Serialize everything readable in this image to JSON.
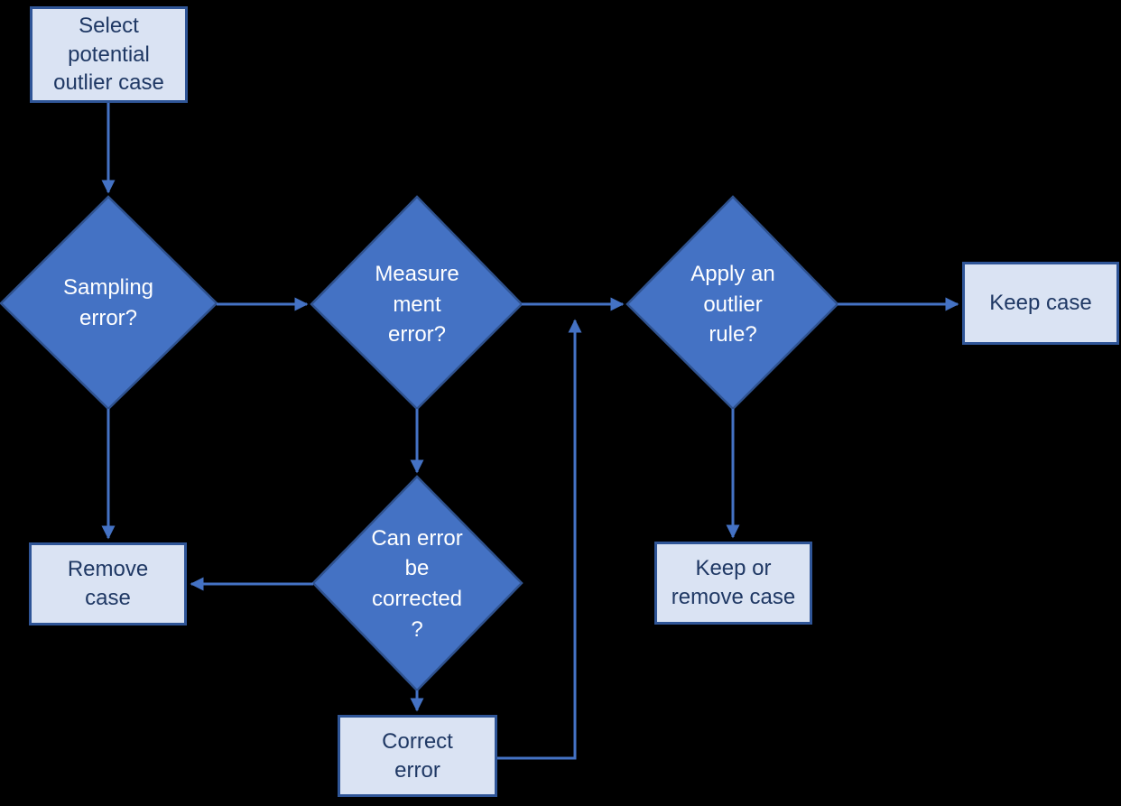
{
  "diagram": {
    "type": "flowchart",
    "nodes": {
      "start": {
        "label": "Select\npotential\noutlier case",
        "shape": "process"
      },
      "sampling_error": {
        "label": "Sampling\nerror?",
        "shape": "decision"
      },
      "measurement_error": {
        "label": "Measure\nment\nerror?",
        "shape": "decision"
      },
      "apply_outlier_rule": {
        "label": "Apply an\noutlier\nrule?",
        "shape": "decision"
      },
      "keep_case": {
        "label": "Keep case",
        "shape": "process"
      },
      "remove_case": {
        "label": "Remove\ncase",
        "shape": "process"
      },
      "can_error_be_corrected": {
        "label": "Can error\nbe\ncorrected\n?",
        "shape": "decision"
      },
      "correct_error": {
        "label": "Correct\nerror",
        "shape": "process"
      },
      "keep_or_remove_case": {
        "label": "Keep or\nremove case",
        "shape": "process"
      }
    },
    "edges": [
      {
        "from": "start",
        "to": "sampling_error"
      },
      {
        "from": "sampling_error",
        "to": "measurement_error"
      },
      {
        "from": "measurement_error",
        "to": "apply_outlier_rule"
      },
      {
        "from": "apply_outlier_rule",
        "to": "keep_case"
      },
      {
        "from": "sampling_error",
        "to": "remove_case"
      },
      {
        "from": "measurement_error",
        "to": "can_error_be_corrected"
      },
      {
        "from": "can_error_be_corrected",
        "to": "remove_case"
      },
      {
        "from": "can_error_be_corrected",
        "to": "correct_error"
      },
      {
        "from": "correct_error",
        "to": "measurement_error_apply_outlier_rule_connector"
      },
      {
        "from": "apply_outlier_rule",
        "to": "keep_or_remove_case"
      }
    ],
    "colors": {
      "background": "#000000",
      "decision_fill": "#4472C4",
      "decision_border": "#2F528F",
      "process_fill": "#DAE3F3",
      "process_border": "#2F5597",
      "process_text": "#1F3864",
      "decision_text": "#FFFFFF",
      "connector": "#4472C4"
    }
  }
}
